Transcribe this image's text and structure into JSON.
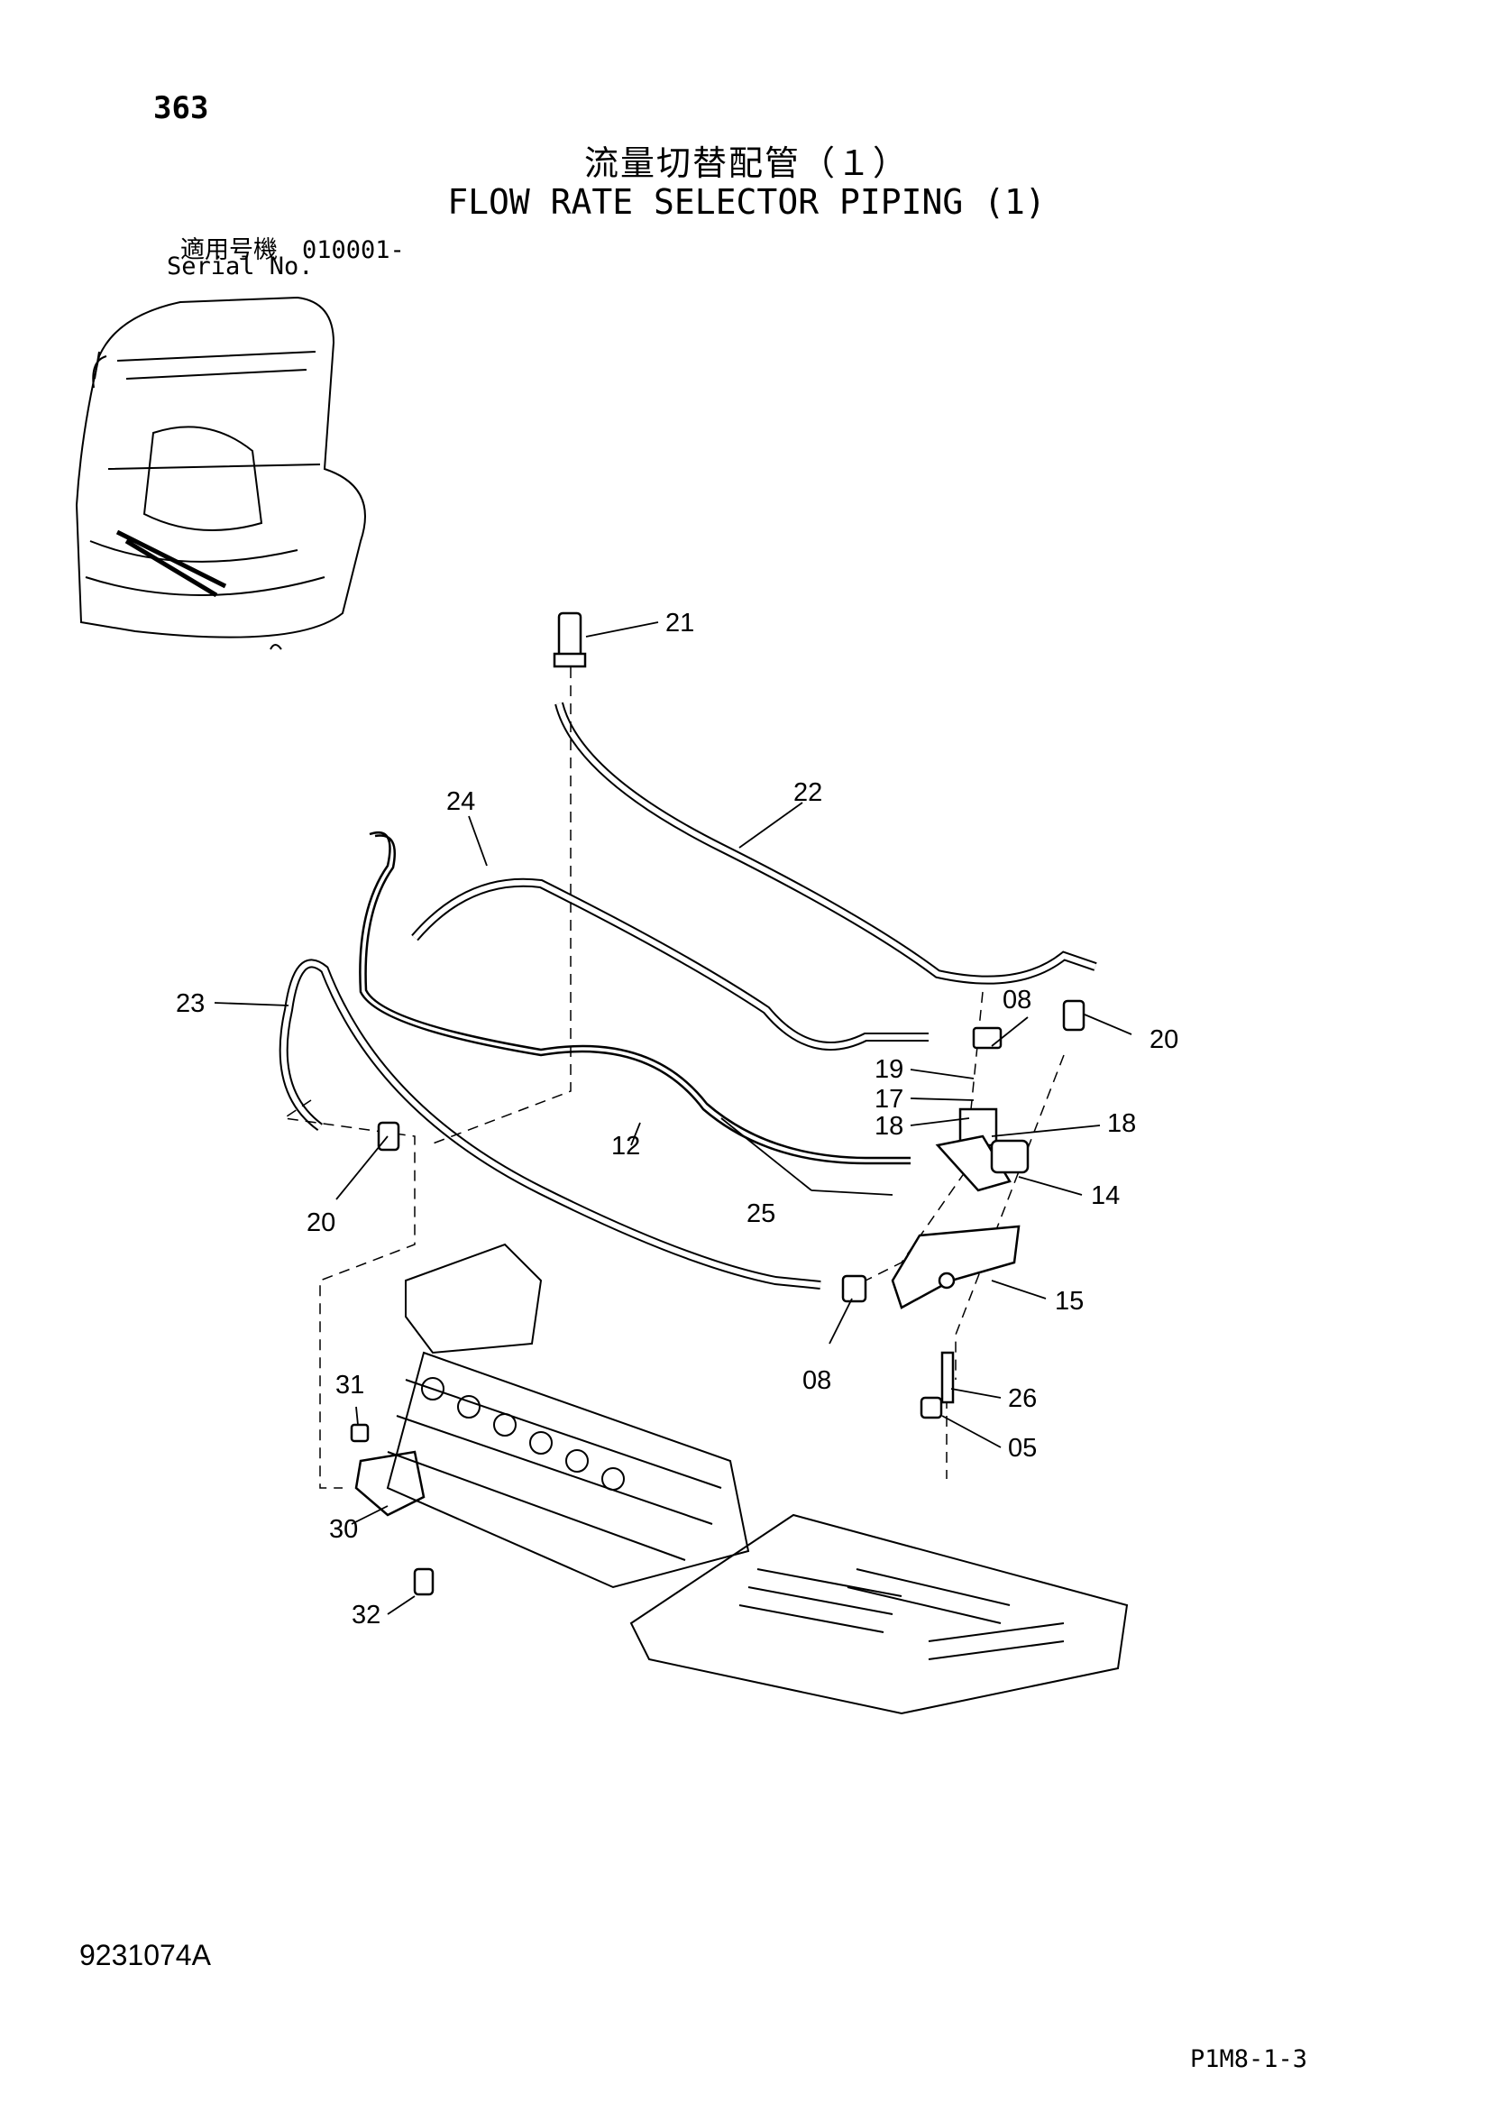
{
  "header": {
    "page_number": "363",
    "title_jp": "流量切替配管（１）",
    "title_en": "FLOW RATE SELECTOR PIPING (1)",
    "serial_label_jp": "適用号機　010001-",
    "serial_label_en": "Serial No."
  },
  "callouts": [
    "21",
    "22",
    "24",
    "23",
    "08",
    "20",
    "19",
    "17",
    "18",
    "18",
    "12",
    "14",
    "25",
    "20",
    "15",
    "08",
    "31",
    "26",
    "05",
    "30",
    "32"
  ],
  "footer": {
    "drawing_number": "9231074A",
    "reference_code": "P1M8-1-3"
  }
}
